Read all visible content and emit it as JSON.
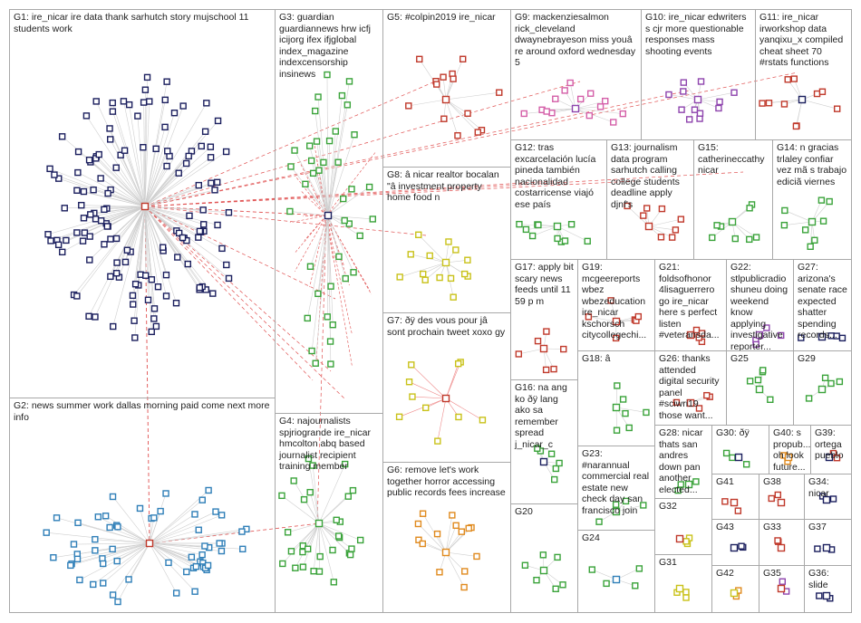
{
  "groups": {
    "g1": "G1: ire_nicar ire data thank sarhutch story mujschool 11 students work",
    "g2": "G2: news summer work dallas morning paid come next more info",
    "g3": "G3: guardian guardiannews hrw icfj icijorg ifex ifjglobal index_magazine indexcensorship insinews",
    "g4": "G4: najournalists spjriogrande ire_nicar hmcolton abq based journalist recipient training member",
    "g5": "G5: #colpin2019 ire_nicar",
    "g6": "G6: remove let's work together horror accessing public records fees increase",
    "g7": "G7: ðÿ des vous pour jâ sont prochain tweet xoxo gy",
    "g8": "G8: â nicar realtor bocalan \"â investment property home food n",
    "g9": "G9: mackenziesalmon rick_cleveland dwaynebrayeson miss youâ re around oxford wednesday 5",
    "g10": "G10: ire_nicar edwriters s cjr more questionable responses mass shooting events",
    "g11": "G11: ire_nicar irworkshop data yanqixu_x compiled cheat sheet 70 #rstats functions",
    "g12": "G12: tras excarcelación lucía pineda también nacionalidad costarricense viajó ese país",
    "g13": "G13: journalism data program sarhutch calling college students deadline apply djnf's",
    "g14": "G14: n gracias trlaley confiar vez mã s trabajo ediciã viernes",
    "g15": "G15: catherineccathy nicar",
    "g16": "G16: na ang ko ðÿ lang ako sa remember spread j_nicar_c",
    "g17": "G17: apply bit scary news feeds until 11 59 p m",
    "g18": "G18: â",
    "g19": "G19: mcgeereports wbez wbezeducation ire_nicar kschorsch citycollegechi...",
    "g20": "G20",
    "g21": "G21: foldsofhonor 4lisaguerrero go ire_nicar here s perfect listen #veteransda...",
    "g22": "G22: stlpublicradio shuneu doing weekend know applying investigative reporter...",
    "g23": "G23: #narannual commercial real estate new check day san francisco join",
    "g24": "G24",
    "g25": "G25",
    "g26": "G26: thanks attended digital security panel #sciwri19 those want...",
    "g27": "G27: arizona's senate race expected shatter spending records...",
    "g28": "G28: nicar thats san andres down pan another elected...",
    "g29": "G29",
    "g30": "G30: ðÿ",
    "g31": "G31",
    "g32": "G32",
    "g33": "G33",
    "g34": "G34: nicar",
    "g35": "G35",
    "g36": "G36: slide",
    "g37": "G37",
    "g38": "G38",
    "g39": "G39: ortega pueblo",
    "g40": "G40: s propub... oh look future...",
    "g41": "G41",
    "g42": "G42",
    "g43": "G43"
  },
  "colors": {
    "border": "#a8a8a8",
    "edge": "#cfcfcf",
    "hub_edge": "#e05050",
    "node_dark": "#1b1f5e",
    "node_blue": "#2f7fb8",
    "node_green": "#3aa33a",
    "node_yellow": "#c9c21a",
    "node_red": "#c0392b",
    "node_purple": "#8e44ad",
    "node_pink": "#d45fa8",
    "node_orange": "#e08a1e"
  }
}
